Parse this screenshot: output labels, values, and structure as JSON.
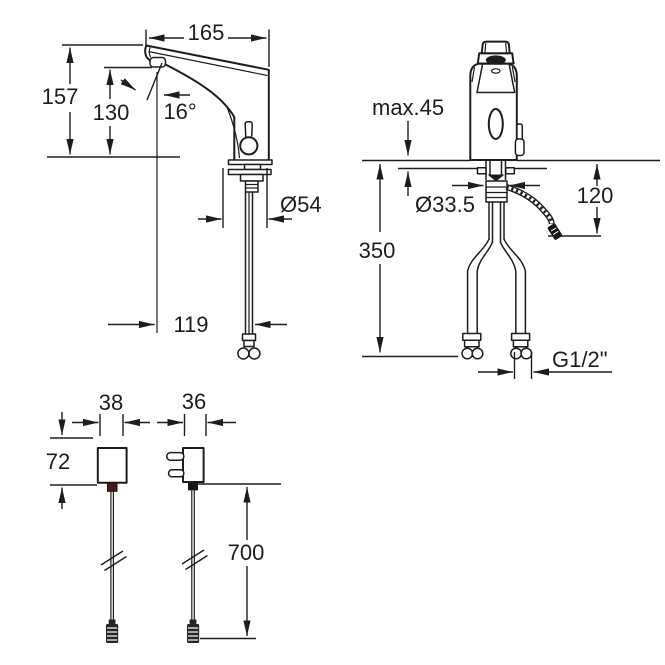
{
  "side_view": {
    "name": "touchless faucet side elevation",
    "dims": {
      "spout_reach": "165",
      "total_height": "157",
      "outlet_height": "130",
      "spout_angle": "16°",
      "base_diameter": "Ø54",
      "tip_to_hose": "119"
    }
  },
  "front_view": {
    "name": "touchless faucet front elevation",
    "dims": {
      "max_deck_thickness": "max.45",
      "shank_diameter": "Ø33.5",
      "hose_drop": "350",
      "cable_drop": "120",
      "thread": "G1/2\""
    }
  },
  "power_units": {
    "name": "power supply options",
    "dims": {
      "battery_box_width": "38",
      "plug_width": "36",
      "box_height": "72",
      "cable_length": "700"
    }
  },
  "colors": {
    "line": "#1d1d1d",
    "background": "#ffffff",
    "connector_red": "#4a1616"
  }
}
